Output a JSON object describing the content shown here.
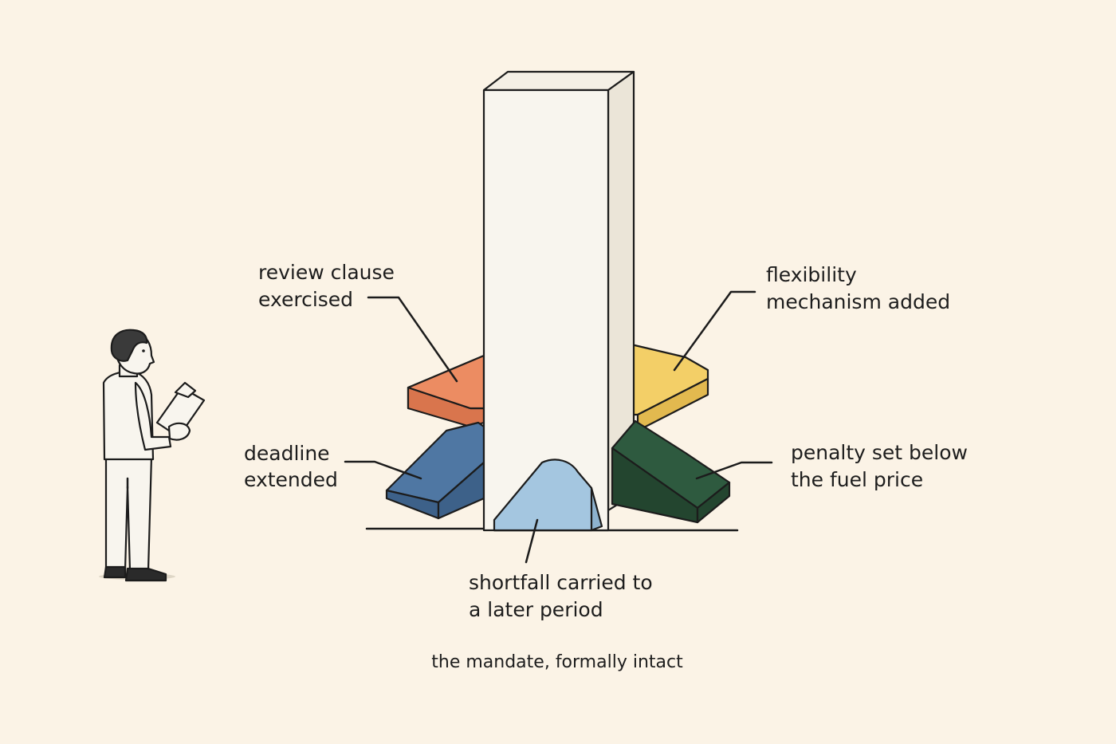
{
  "labels": {
    "review": [
      "review clause",
      "exercised"
    ],
    "flexibility": [
      "flexibility",
      "mechanism added"
    ],
    "deadline": [
      "deadline",
      "extended"
    ],
    "penalty": [
      "penalty set below",
      "the fuel price"
    ],
    "shortfall": [
      "shortfall carried to",
      "a later period"
    ]
  },
  "caption": "the mandate, formally intact",
  "colors": {
    "background": "#fbf3e6",
    "pillar_front": "#f8f5ee",
    "pillar_side": "#ebe5d8",
    "orange_top": "#ec8c62",
    "orange_side": "#d9754d",
    "yellow_top": "#f3cf67",
    "yellow_side": "#e2b94f",
    "dark_blue_top": "#4f77a3",
    "dark_blue_side": "#3d6189",
    "light_blue": "#a4c6e0",
    "light_blue_side": "#8db2cf",
    "dark_green_top": "#2e5a3f",
    "dark_green_side": "#23452f"
  }
}
